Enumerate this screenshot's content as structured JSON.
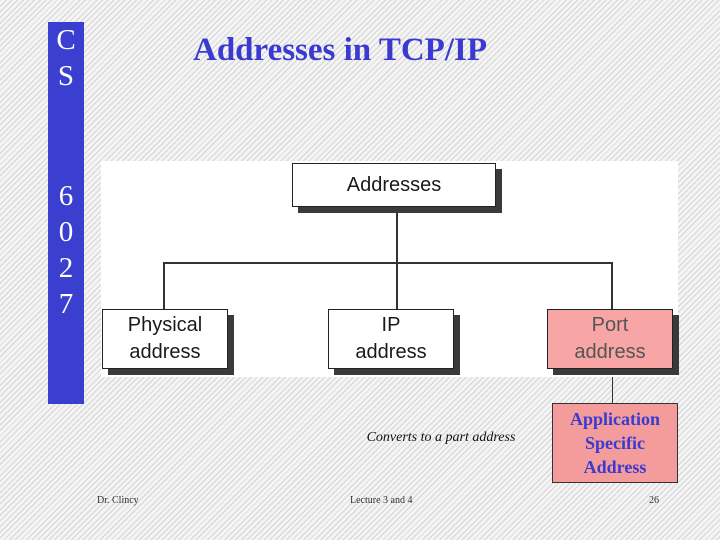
{
  "sidebar": {
    "letters_top": [
      "C",
      "S"
    ],
    "letters_bottom": [
      "6",
      "0",
      "2",
      "7"
    ]
  },
  "title": "Addresses in TCP/IP",
  "diagram": {
    "root": "Addresses",
    "children": [
      {
        "line1": "Physical",
        "line2": "address"
      },
      {
        "line1": "IP",
        "line2": "address"
      },
      {
        "line1": "Port",
        "line2": "address"
      }
    ]
  },
  "annotation": {
    "note": "Converts to a part address",
    "app_box": {
      "line1": "Application",
      "line2": "Specific",
      "line3": "Address"
    }
  },
  "footer": {
    "author": "Dr. Clincy",
    "lecture": "Lecture 3 and 4",
    "page": "26"
  },
  "colors": {
    "sidebar": "#3b3fd0",
    "title": "#3a3ad0",
    "port_box": "#f7a5a5",
    "app_box": "#f49b9b"
  }
}
